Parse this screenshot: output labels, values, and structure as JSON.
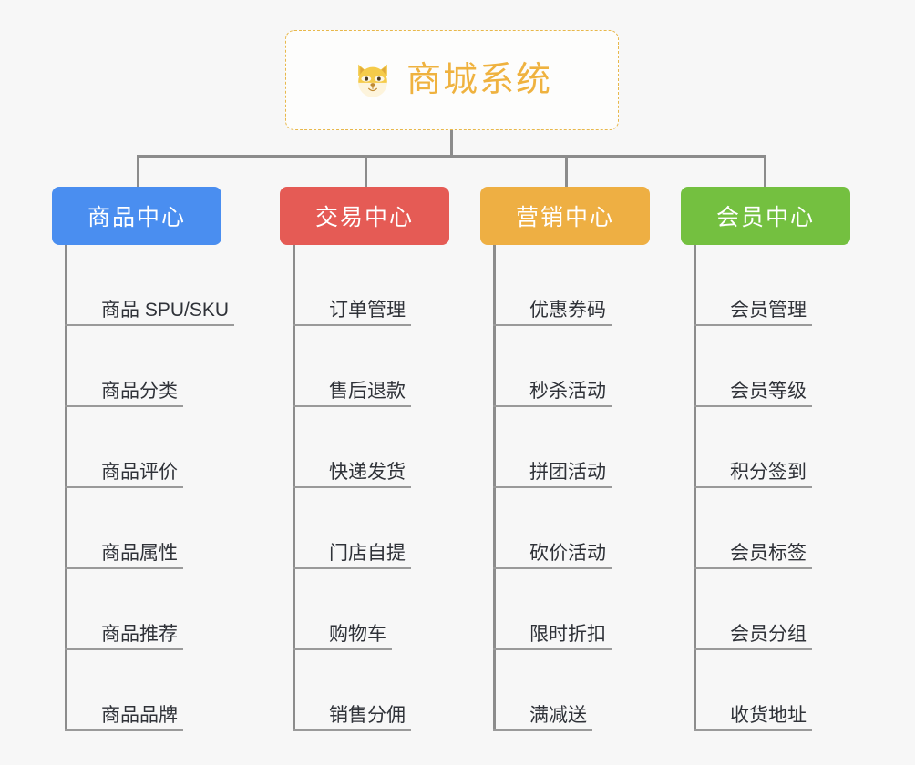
{
  "root": {
    "title": "商城系统",
    "icon": "shiba-dog-face-emoji",
    "border_color": "#e8b84b",
    "text_color": "#efb23f"
  },
  "theme": {
    "background": "#f7f7f7",
    "connector_color": "#8c8c8c",
    "leaf_text_color": "#2f3238",
    "leaf_underline_color": "#9a9a9a"
  },
  "categories": [
    {
      "label": "商品中心",
      "color": "#4a8ef0",
      "items": [
        {
          "label": "商品 SPU/SKU"
        },
        {
          "label": "商品分类"
        },
        {
          "label": "商品评价"
        },
        {
          "label": "商品属性"
        },
        {
          "label": "商品推荐"
        },
        {
          "label": "商品品牌"
        }
      ]
    },
    {
      "label": "交易中心",
      "color": "#e55b55",
      "items": [
        {
          "label": "订单管理"
        },
        {
          "label": "售后退款"
        },
        {
          "label": "快递发货"
        },
        {
          "label": "门店自提"
        },
        {
          "label": "购物车"
        },
        {
          "label": "销售分佣"
        }
      ]
    },
    {
      "label": "营销中心",
      "color": "#eeaf43",
      "items": [
        {
          "label": "优惠券码"
        },
        {
          "label": "秒杀活动"
        },
        {
          "label": "拼团活动"
        },
        {
          "label": "砍价活动"
        },
        {
          "label": "限时折扣"
        },
        {
          "label": "满减送"
        }
      ]
    },
    {
      "label": "会员中心",
      "color": "#74c040",
      "items": [
        {
          "label": "会员管理"
        },
        {
          "label": "会员等级"
        },
        {
          "label": "积分签到"
        },
        {
          "label": "会员标签"
        },
        {
          "label": "会员分组"
        },
        {
          "label": "收货地址"
        }
      ]
    }
  ]
}
